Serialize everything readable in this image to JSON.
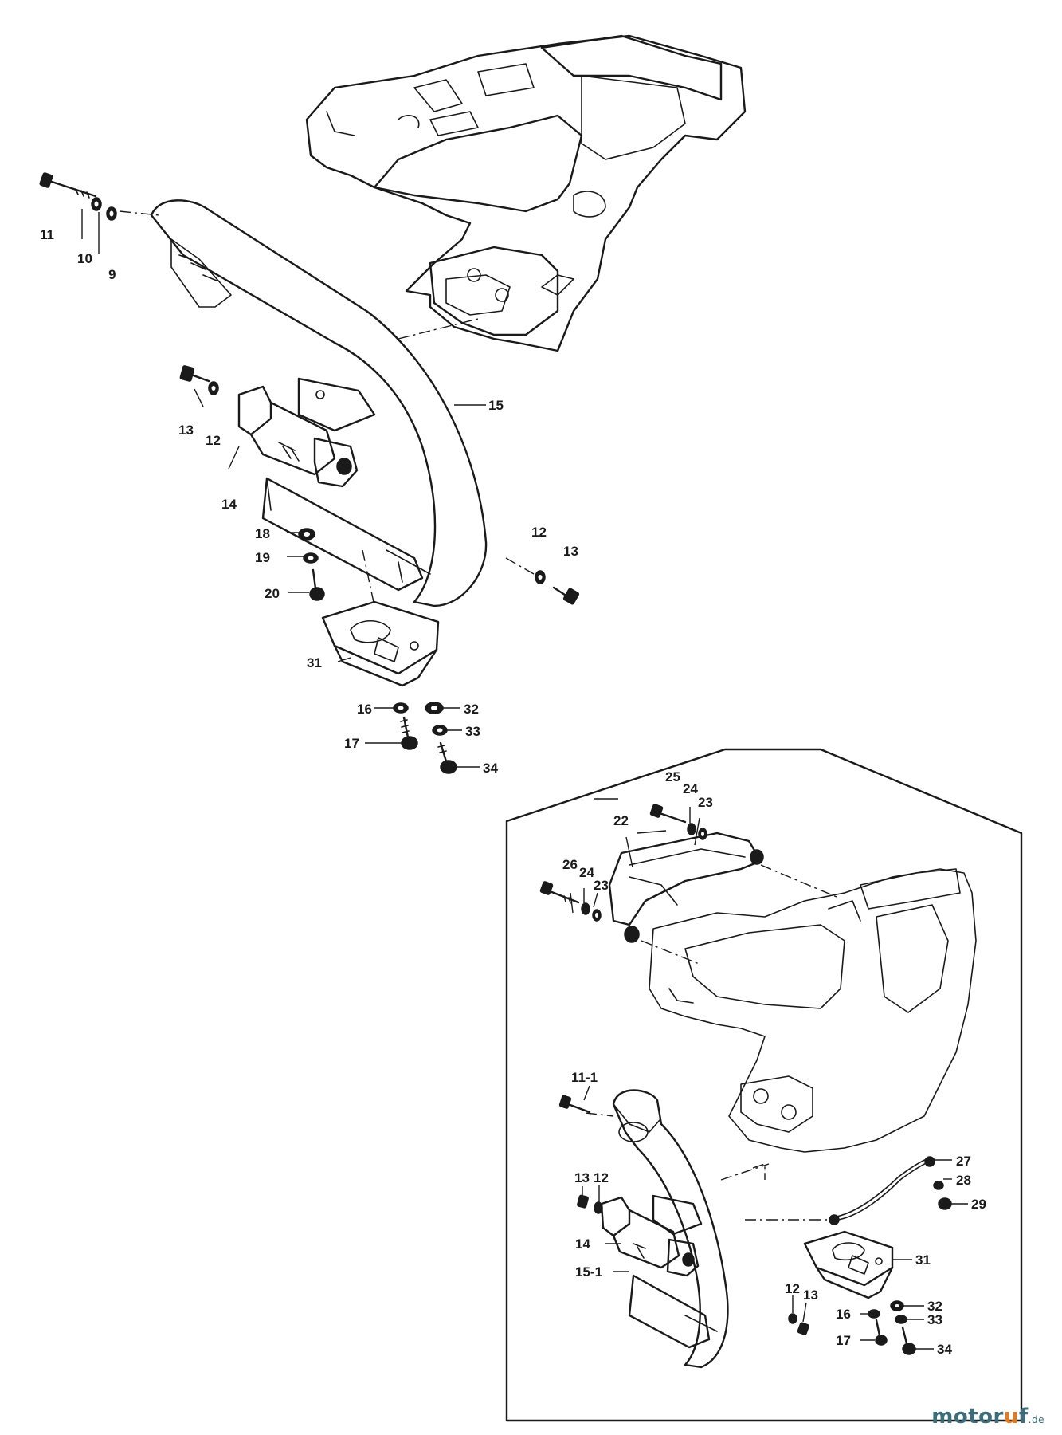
{
  "labels": {
    "top": {
      "l11": "11",
      "l10": "10",
      "l9": "9",
      "l15": "15",
      "l13a": "13",
      "l12a": "12",
      "l14": "14",
      "l18": "18",
      "l19": "19",
      "l20": "20",
      "l12b": "12",
      "l13b": "13",
      "l31": "31",
      "l16": "16",
      "l17": "17",
      "l32": "32",
      "l33": "33",
      "l34": "34"
    },
    "inset": {
      "l25": "25",
      "l24a": "24",
      "l23a": "23",
      "l22": "22",
      "l26": "26",
      "l24b": "24",
      "l23b": "23",
      "l11_1": "11-1",
      "l13a": "13",
      "l12a": "12",
      "l14": "14",
      "l15_1": "15-1",
      "l27": "27",
      "l28": "28",
      "l29": "29",
      "l31": "31",
      "l12b": "12",
      "l13b": "13",
      "l16": "16",
      "l32": "32",
      "l33": "33",
      "l17": "17",
      "l34": "34"
    }
  },
  "watermark": {
    "brand_main": "moto",
    "brand_r": "r",
    "brand_dot": "u",
    "brand_end": "f",
    "tld": ".de"
  }
}
